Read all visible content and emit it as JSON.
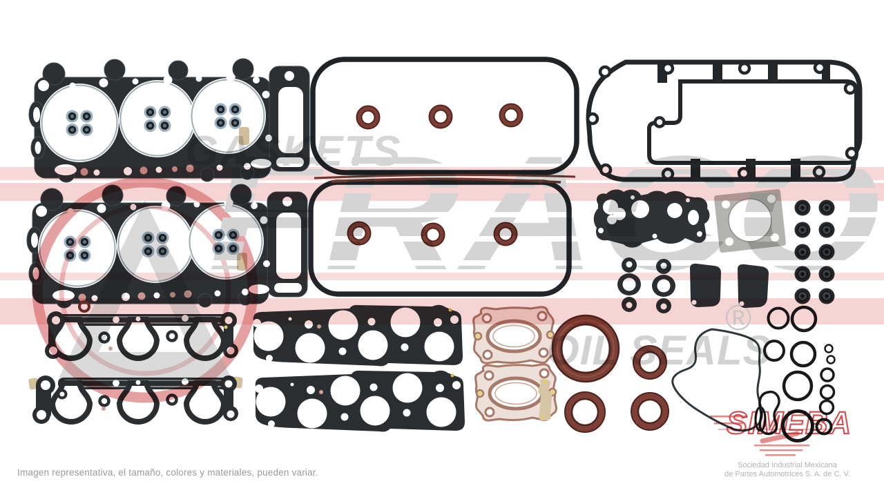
{
  "product": {
    "kind": "engine-full-gasket-set-product-photo"
  },
  "watermarks": {
    "gaskets": "GASKETS",
    "brand": "FRACO",
    "registered": "®",
    "oil_seals": "OIL SEALS",
    "simeba": "SIMEBA"
  },
  "footer": {
    "disclaimer": "Imagen representativa, el tamaño, colores y materiales, pueden variar.",
    "company_line1": "Sociedad Industrial Mexicana",
    "company_line2": "de Partes Automotrices S. A. de C. V."
  },
  "colors": {
    "background": "#ffffff",
    "gasket_dark": "#2c3033",
    "seal_maroon": "#7c3e34",
    "valve_seal_blue": "#9cb0bf",
    "copper": "#a87868",
    "throttle_gray": "#b3b3b0",
    "tan": "#d3c2a2",
    "watermark_gray": "#d5d5d5",
    "watermark_red": "#c83434",
    "stripe_pink": "#f3bcbc"
  },
  "parts": [
    {
      "name": "head-gasket-top",
      "desc": "3-bore cylinder head gasket with valve stem seals"
    },
    {
      "name": "head-gasket-bottom",
      "desc": "3-bore cylinder head gasket with valve stem seals"
    },
    {
      "name": "valve-cover-gasket-top",
      "desc": "valve cover gasket with 3 spark plug tube seals"
    },
    {
      "name": "valve-cover-gasket-bottom",
      "desc": "valve cover gasket with 3 spark plug tube seals"
    },
    {
      "name": "oil-pan-gasket",
      "desc": "large rectangular pan gasket with inner gasket"
    },
    {
      "name": "oil-pump-gasket",
      "desc": "irregular black gasket with ports"
    },
    {
      "name": "throttle-body-gasket",
      "desc": "gray square gasket with center bore"
    },
    {
      "name": "egr-gaskets",
      "desc": "two small port gaskets"
    },
    {
      "name": "cover-plates",
      "desc": "two solid black cover plates"
    },
    {
      "name": "valve-stem-seal-grommets",
      "desc": "ten rubber grommets in two columns"
    },
    {
      "name": "o-rings",
      "desc": "assorted black o-rings"
    },
    {
      "name": "front-cover-gasket",
      "desc": "thin irregular outline gasket"
    },
    {
      "name": "intake-manifold-gasket-upper",
      "desc": "3-port intake manifold gasket"
    },
    {
      "name": "intake-manifold-gasket-lower",
      "desc": "3-port intake manifold gasket with tan tabs"
    },
    {
      "name": "plenum-gasket-upper",
      "desc": "6-hole plenum gasket"
    },
    {
      "name": "plenum-gasket-lower",
      "desc": "6-hole plenum gasket"
    },
    {
      "name": "exhaust-manifold-gaskets",
      "desc": "two copper exhaust gaskets"
    },
    {
      "name": "crankshaft-oil-seal",
      "desc": "large maroon oil seal"
    },
    {
      "name": "camshaft-oil-seals",
      "desc": "three smaller maroon oil seals"
    }
  ]
}
